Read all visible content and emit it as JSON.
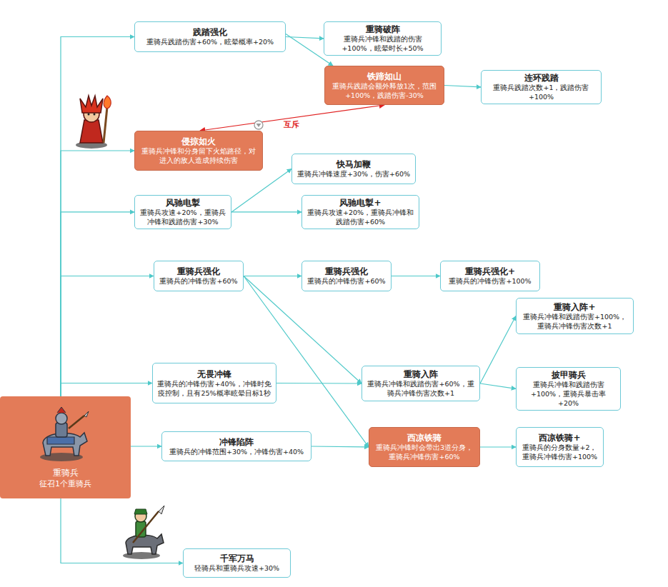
{
  "diagram": {
    "nodes": [
      {
        "text": [
          "重骑兵",
          "征召1个重骑兵"
        ]
      },
      {
        "text": [
          "践踏强化",
          "重骑兵践踏伤害+60%，眩晕概率+20%"
        ]
      },
      {
        "text": [
          "重骑破阵",
          "重骑兵冲锋和践踏的伤害+100%，眩晕时长+50%"
        ]
      },
      {
        "text": [
          "铁蹄如山",
          "重骑兵践踏会额外释放1次，范围+100%，践踏伤害-30%"
        ]
      },
      {
        "text": [
          "连环践踏",
          "重骑兵践踏次数+1，践踏伤害+100%"
        ]
      },
      {
        "text": [
          "侵掠如火",
          "重骑兵冲锋和分身留下火焰路径，对进入的敌人造成持续伤害"
        ]
      },
      {
        "text": [
          "风驰电掣",
          "重骑兵攻速+20%，重骑兵冲锋和践踏伤害+30%"
        ]
      },
      {
        "text": [
          "快马加鞭",
          "重骑兵冲锋速度+30%，伤害+60%"
        ]
      },
      {
        "text": [
          "风驰电掣+",
          "重骑兵攻速+20%，重骑兵冲锋和践踏伤害+60%"
        ]
      },
      {
        "text": [
          "重骑兵强化",
          "重骑兵的冲锋伤害+60%"
        ]
      },
      {
        "text": [
          "重骑兵强化",
          "重骑兵的冲锋伤害+60%"
        ]
      },
      {
        "text": [
          "重骑兵强化+",
          "重骑兵的冲锋伤害+100%"
        ]
      },
      {
        "text": [
          "重骑入阵+",
          "重骑兵冲锋和践踏伤害+100%，重骑兵冲锋伤害次数+1"
        ]
      },
      {
        "text": [
          "无畏冲锋",
          "重骑兵的冲锋伤害+40%，冲锋时免疫控制，且有25%概率眩晕目标1秒"
        ]
      },
      {
        "text": [
          "重骑入阵",
          "重骑兵冲锋和践踏伤害+60%，重骑兵冲锋伤害次数+1"
        ]
      },
      {
        "text": [
          "披甲骑兵",
          "重骑兵冲锋和践踏伤害+100%，重骑兵暴击率+20%"
        ]
      },
      {
        "text": [
          "冲锋陷阵",
          "重骑兵的冲锋范围+30%，冲锋伤害+40%"
        ]
      },
      {
        "text": [
          "西凉铁骑",
          "重骑兵冲锋时会带出3道分身，重骑兵冲锋伤害+60%"
        ]
      },
      {
        "text": [
          "西凉铁骑+",
          "重骑兵的分身数量+2，重骑兵冲锋伤害+100%"
        ]
      },
      {
        "text": [
          "千军万马",
          "轻骑兵和重骑兵攻速+30%"
        ]
      }
    ],
    "edges": [
      {
        "from": 0,
        "to": 1,
        "arrow": "to"
      },
      {
        "from": 0,
        "to": 5,
        "arrow": "to"
      },
      {
        "from": 0,
        "to": 6,
        "arrow": "to"
      },
      {
        "from": 0,
        "to": 9,
        "arrow": "to"
      },
      {
        "from": 0,
        "to": 13,
        "arrow": "to"
      },
      {
        "from": 0,
        "to": 16,
        "arrow": "to"
      },
      {
        "from": 0,
        "to": 19,
        "arrow": "to"
      },
      {
        "from": 1,
        "to": 2,
        "arrow": "to"
      },
      {
        "from": 1,
        "to": 3,
        "arrow": "to"
      },
      {
        "from": 3,
        "to": 4,
        "arrow": "to"
      },
      {
        "from": 5,
        "to": 3,
        "arrow": "both",
        "label": "互斥"
      },
      {
        "from": 6,
        "to": 7,
        "arrow": "to"
      },
      {
        "from": 6,
        "to": 8,
        "arrow": "to"
      },
      {
        "from": 9,
        "to": 10,
        "arrow": "to"
      },
      {
        "from": 10,
        "to": 11,
        "arrow": "to"
      },
      {
        "from": 9,
        "to": 14,
        "arrow": "to"
      },
      {
        "from": 9,
        "to": 17,
        "arrow": "to"
      },
      {
        "from": 13,
        "to": 14,
        "arrow": "to"
      },
      {
        "from": 14,
        "to": 12,
        "arrow": "to"
      },
      {
        "from": 14,
        "to": 15,
        "arrow": "to"
      },
      {
        "from": 16,
        "to": 17,
        "arrow": "to"
      },
      {
        "from": 17,
        "to": 18,
        "arrow": "to"
      }
    ]
  }
}
